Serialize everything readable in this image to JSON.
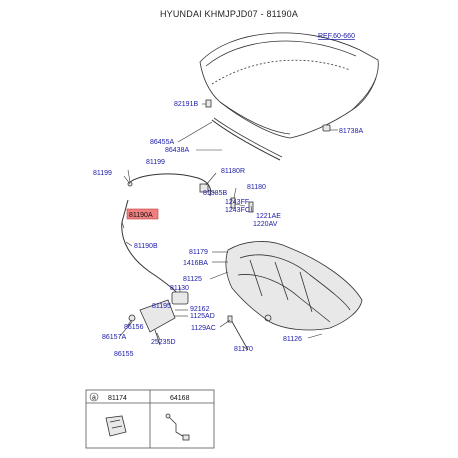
{
  "header": {
    "title": "HYUNDAI KHMJPJD07 - 81190A"
  },
  "callouts": {
    "ref": "REF.60-660",
    "p82191B": "82191B",
    "p81738A": "81738A",
    "p86455A": "86455A",
    "p86438A": "86438A",
    "p81199a": "81199",
    "p81199b": "81199",
    "p81180R": "81180R",
    "p81385B": "81385B",
    "p81180": "81180",
    "p1243FF": "1243FF",
    "p1243FC": "1243FC",
    "p1221AE": "1221AE",
    "p1220AV": "1220AV",
    "p81190A": "81190A",
    "p81190B": "81190B",
    "p81179": "81179",
    "p1416BA": "1416BA",
    "p81125": "81125",
    "p81130": "81130",
    "p81195": "81195",
    "p92162": "92162",
    "p1125AD": "1125AD",
    "p86156": "86156",
    "p86157A": "86157A",
    "p86155": "86155",
    "p25235D": "25235D",
    "p1129AC": "1129AC",
    "p81126": "81126",
    "p81170": "81170"
  },
  "legend_table": {
    "col1_marker": "a",
    "col1_part": "81174",
    "col2_part": "64168"
  }
}
